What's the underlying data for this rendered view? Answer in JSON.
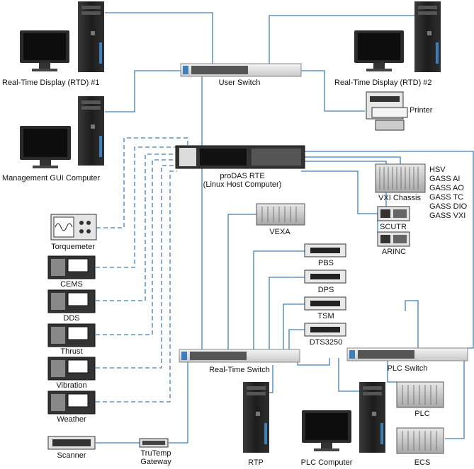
{
  "labels": {
    "rtd1": "Real-Time Display (RTD) #1",
    "rtd2": "Real-Time Display (RTD) #2",
    "user_switch": "User Switch",
    "printer": "Printer",
    "mgmt_gui": "Management GUI Computer",
    "prodas_rte": "proDAS RTE",
    "linux_host": "(Linux Host Computer)",
    "vxi_chassis": "VXI Chassis",
    "scutr": "SCUTR",
    "arinc": "ARINC",
    "vexa": "VEXA",
    "pbs": "PBS",
    "dps": "DPS",
    "tsm": "TSM",
    "dts3250": "DTS3250",
    "torquemeter": "Torquemeter",
    "cems": "CEMS",
    "dds": "DDS",
    "thrust": "Thrust",
    "vibration": "Vibration",
    "weather": "Weather",
    "realtime_switch": "Real-Time Switch",
    "plc_switch": "PLC Switch",
    "plc": "PLC",
    "ecs": "ECS",
    "rtp": "RTP",
    "plc_computer": "PLC Computer",
    "scanner": "Scanner",
    "trutemp": "TruTemp",
    "gateway": "Gateway"
  },
  "vxi_modules": [
    "HSV",
    "GASS AI",
    "GASS AO",
    "GASS TC",
    "GASS DIO",
    "GASS VXI"
  ],
  "colors": {
    "wire": "#3f7fb8",
    "device_dark": "#2a2a2a",
    "device_light": "#d9d9d9"
  }
}
